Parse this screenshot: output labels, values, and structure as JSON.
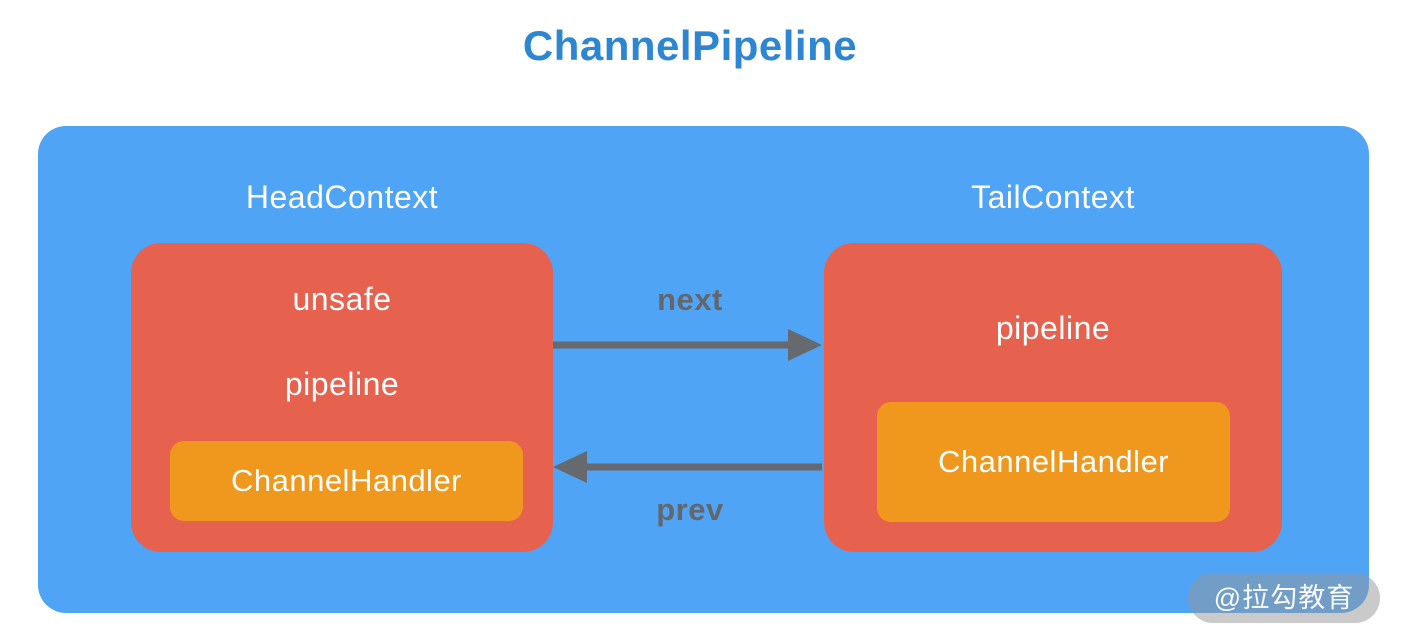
{
  "title": "ChannelPipeline",
  "colors": {
    "title_blue": "#2d86d2",
    "container_blue": "#4fa4f6",
    "context_red": "#e7614f",
    "handler_orange": "#f0981d",
    "arrow_gray": "#66696d",
    "label_gray": "#63676b",
    "text_white": "#ffffff"
  },
  "diagram": {
    "head_context": {
      "label": "HeadContext",
      "fields": [
        "unsafe",
        "pipeline"
      ],
      "handler": "ChannelHandler"
    },
    "tail_context": {
      "label": "TailContext",
      "fields": [
        "pipeline"
      ],
      "handler": "ChannelHandler"
    },
    "arrows": {
      "next": "next",
      "prev": "prev"
    }
  },
  "watermark": "@拉勾教育"
}
